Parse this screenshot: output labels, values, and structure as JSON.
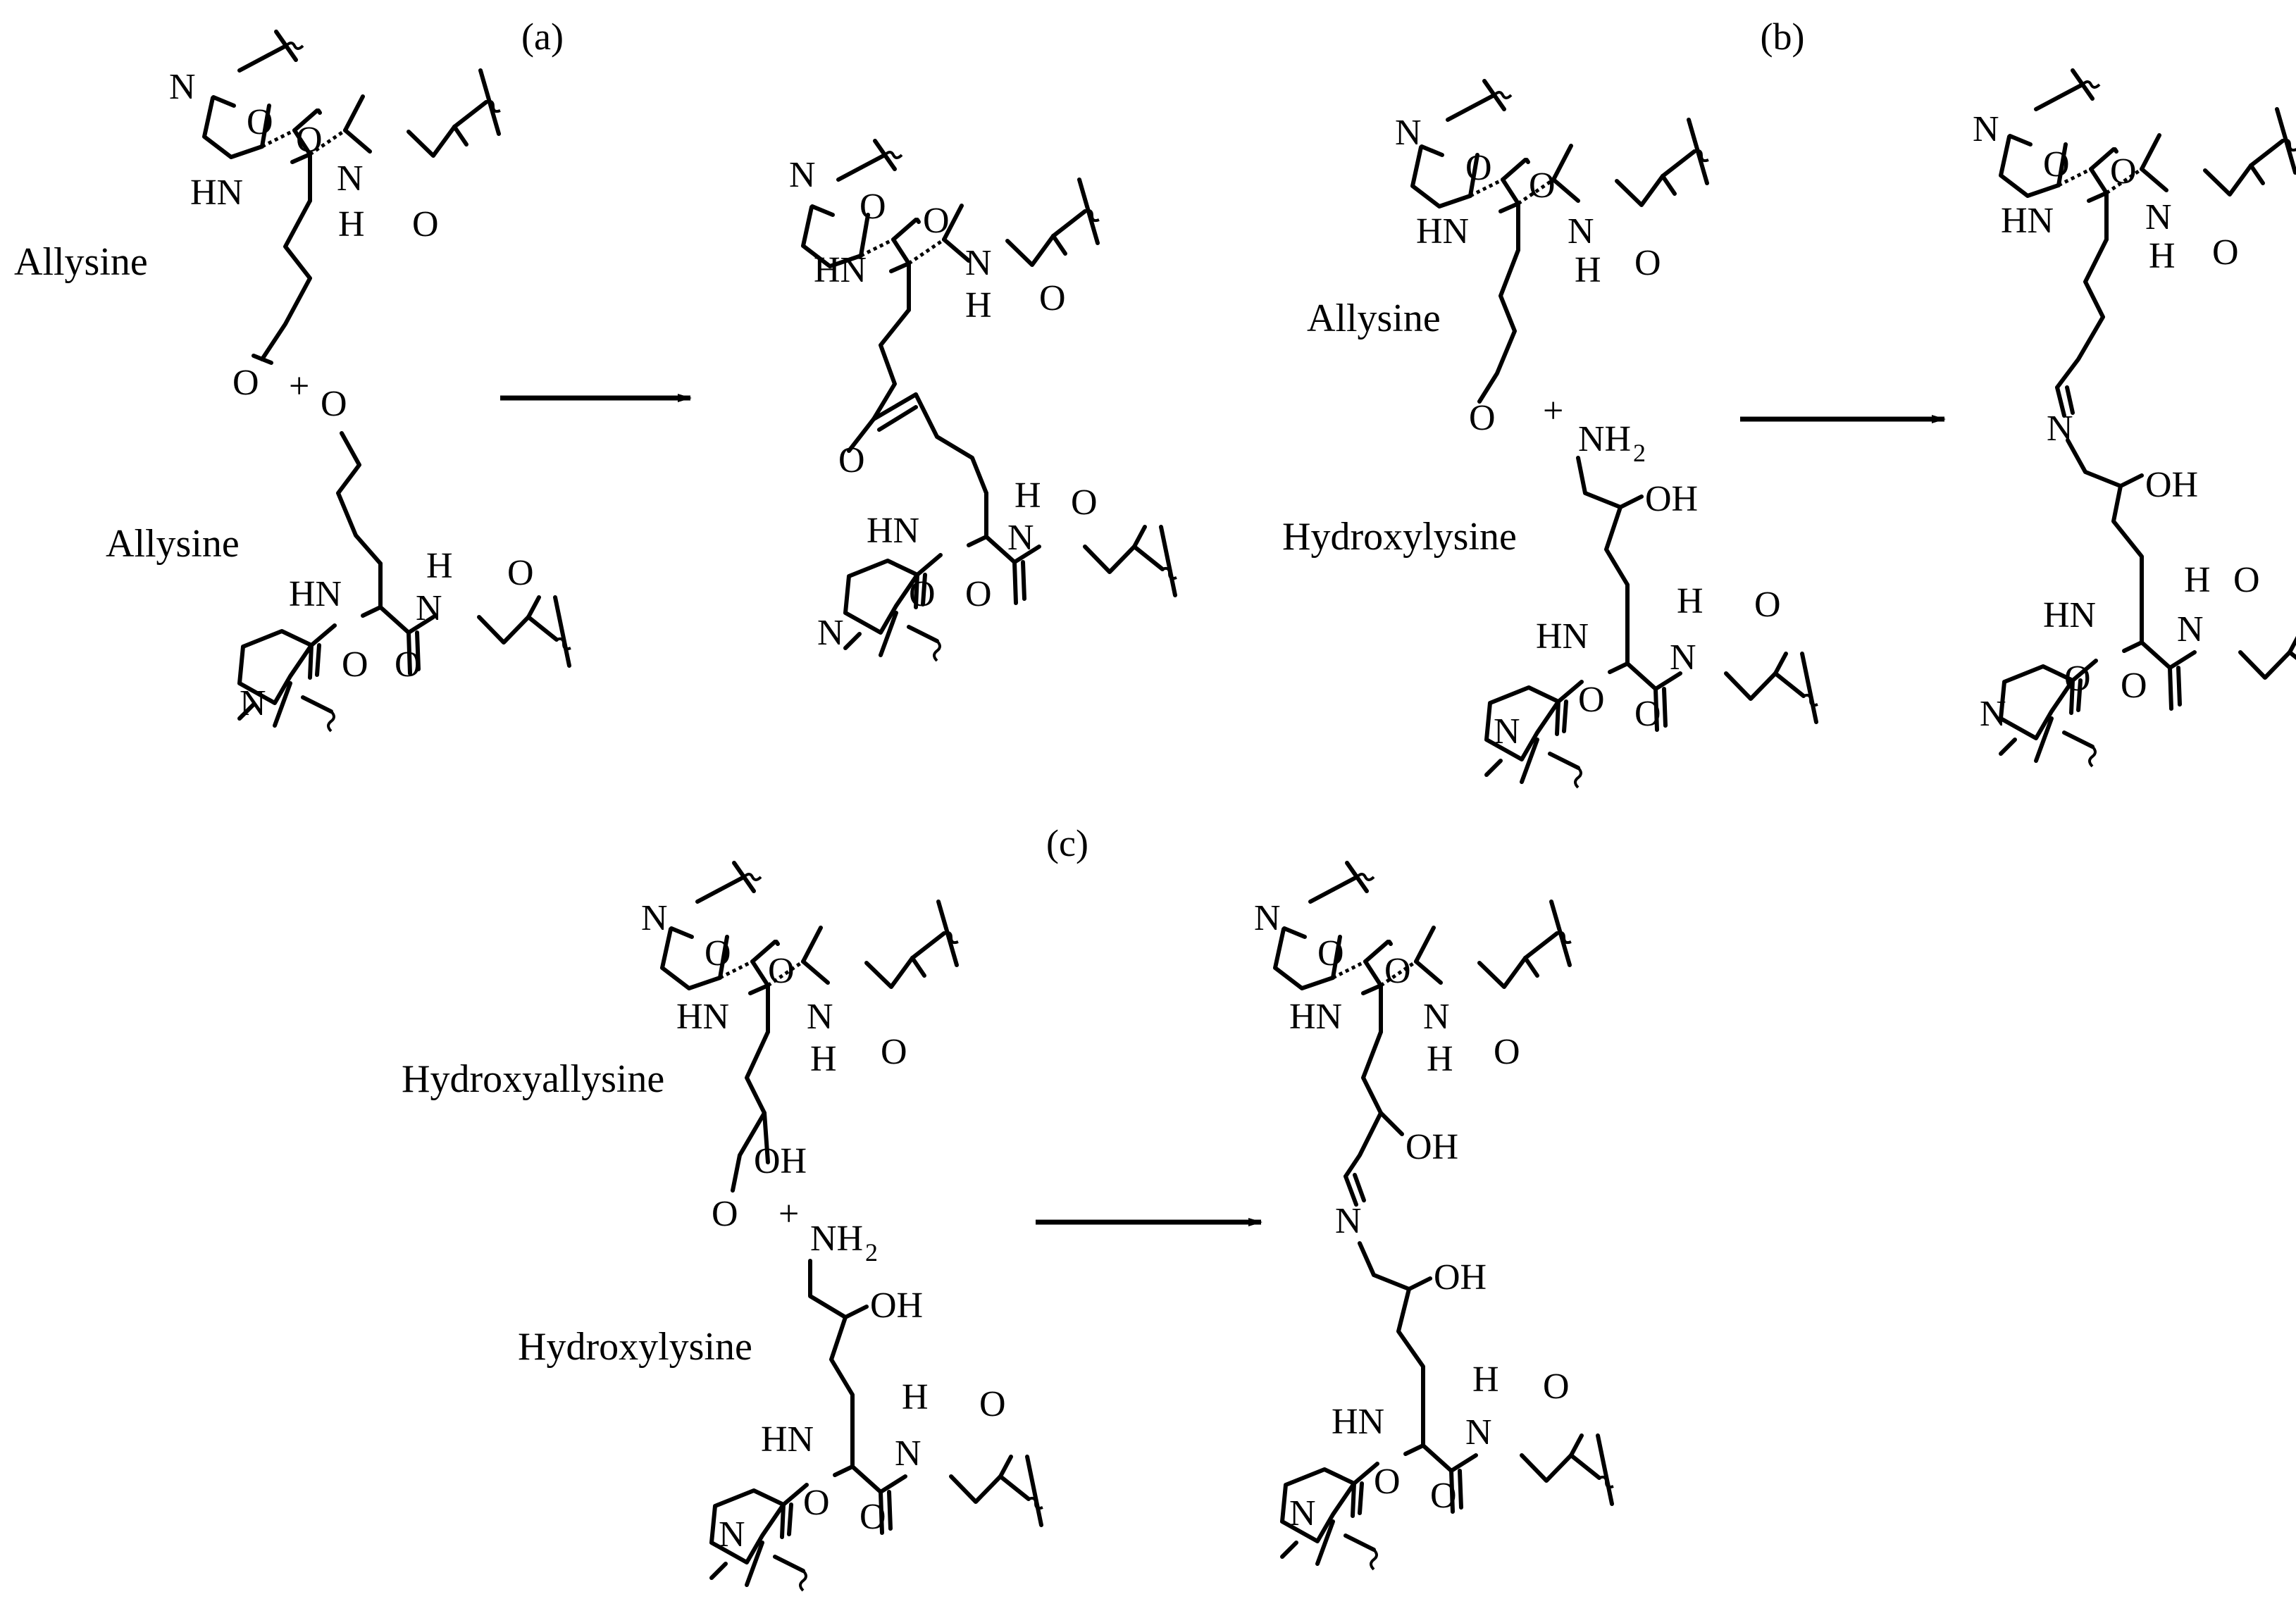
{
  "panels": {
    "a": {
      "label": "(a)",
      "reactant1": "Allysine",
      "reactant2": "Allysine",
      "plus": "+"
    },
    "b": {
      "label": "(b)",
      "reactant1": "Allysine",
      "reactant2": "Hydroxylysine",
      "plus": "+"
    },
    "c": {
      "label": "(c)",
      "reactant1": "Hydroxyallysine",
      "reactant2": "Hydroxylysine",
      "plus": "+"
    }
  },
  "atoms": {
    "N": "N",
    "O": "O",
    "HN": "HN",
    "H": "H",
    "OH": "OH",
    "NH": "NH",
    "two": "2"
  }
}
